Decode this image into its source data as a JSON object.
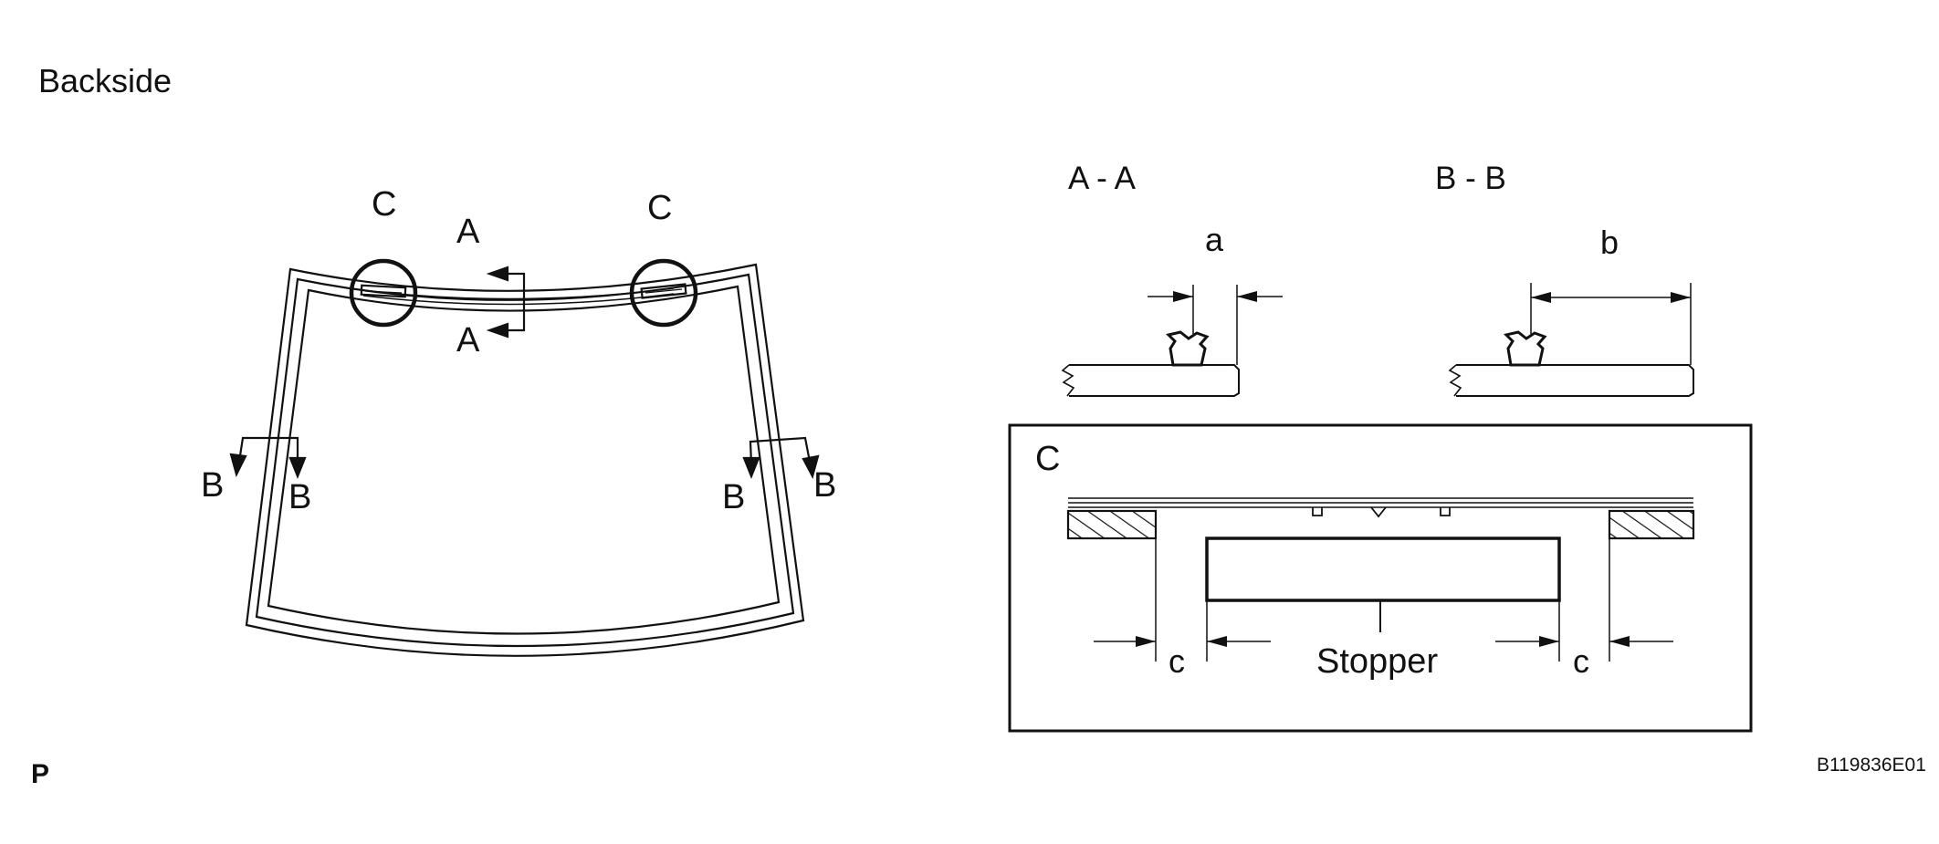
{
  "header": {
    "title": "Backside"
  },
  "windshield": {
    "callout_left": "C",
    "callout_right": "C",
    "section_a_top": "A",
    "section_a_bottom": "A",
    "section_b_left_1": "B",
    "section_b_left_2": "B",
    "section_b_right_1": "B",
    "section_b_right_2": "B"
  },
  "section_aa": {
    "title": "A - A",
    "dim_label": "a"
  },
  "section_bb": {
    "title": "B - B",
    "dim_label": "b"
  },
  "detail_c": {
    "title": "C",
    "stopper_label": "Stopper",
    "dim_left": "c",
    "dim_right": "c"
  },
  "footer": {
    "page_mark": "P",
    "figure_code": "B119836E01"
  }
}
